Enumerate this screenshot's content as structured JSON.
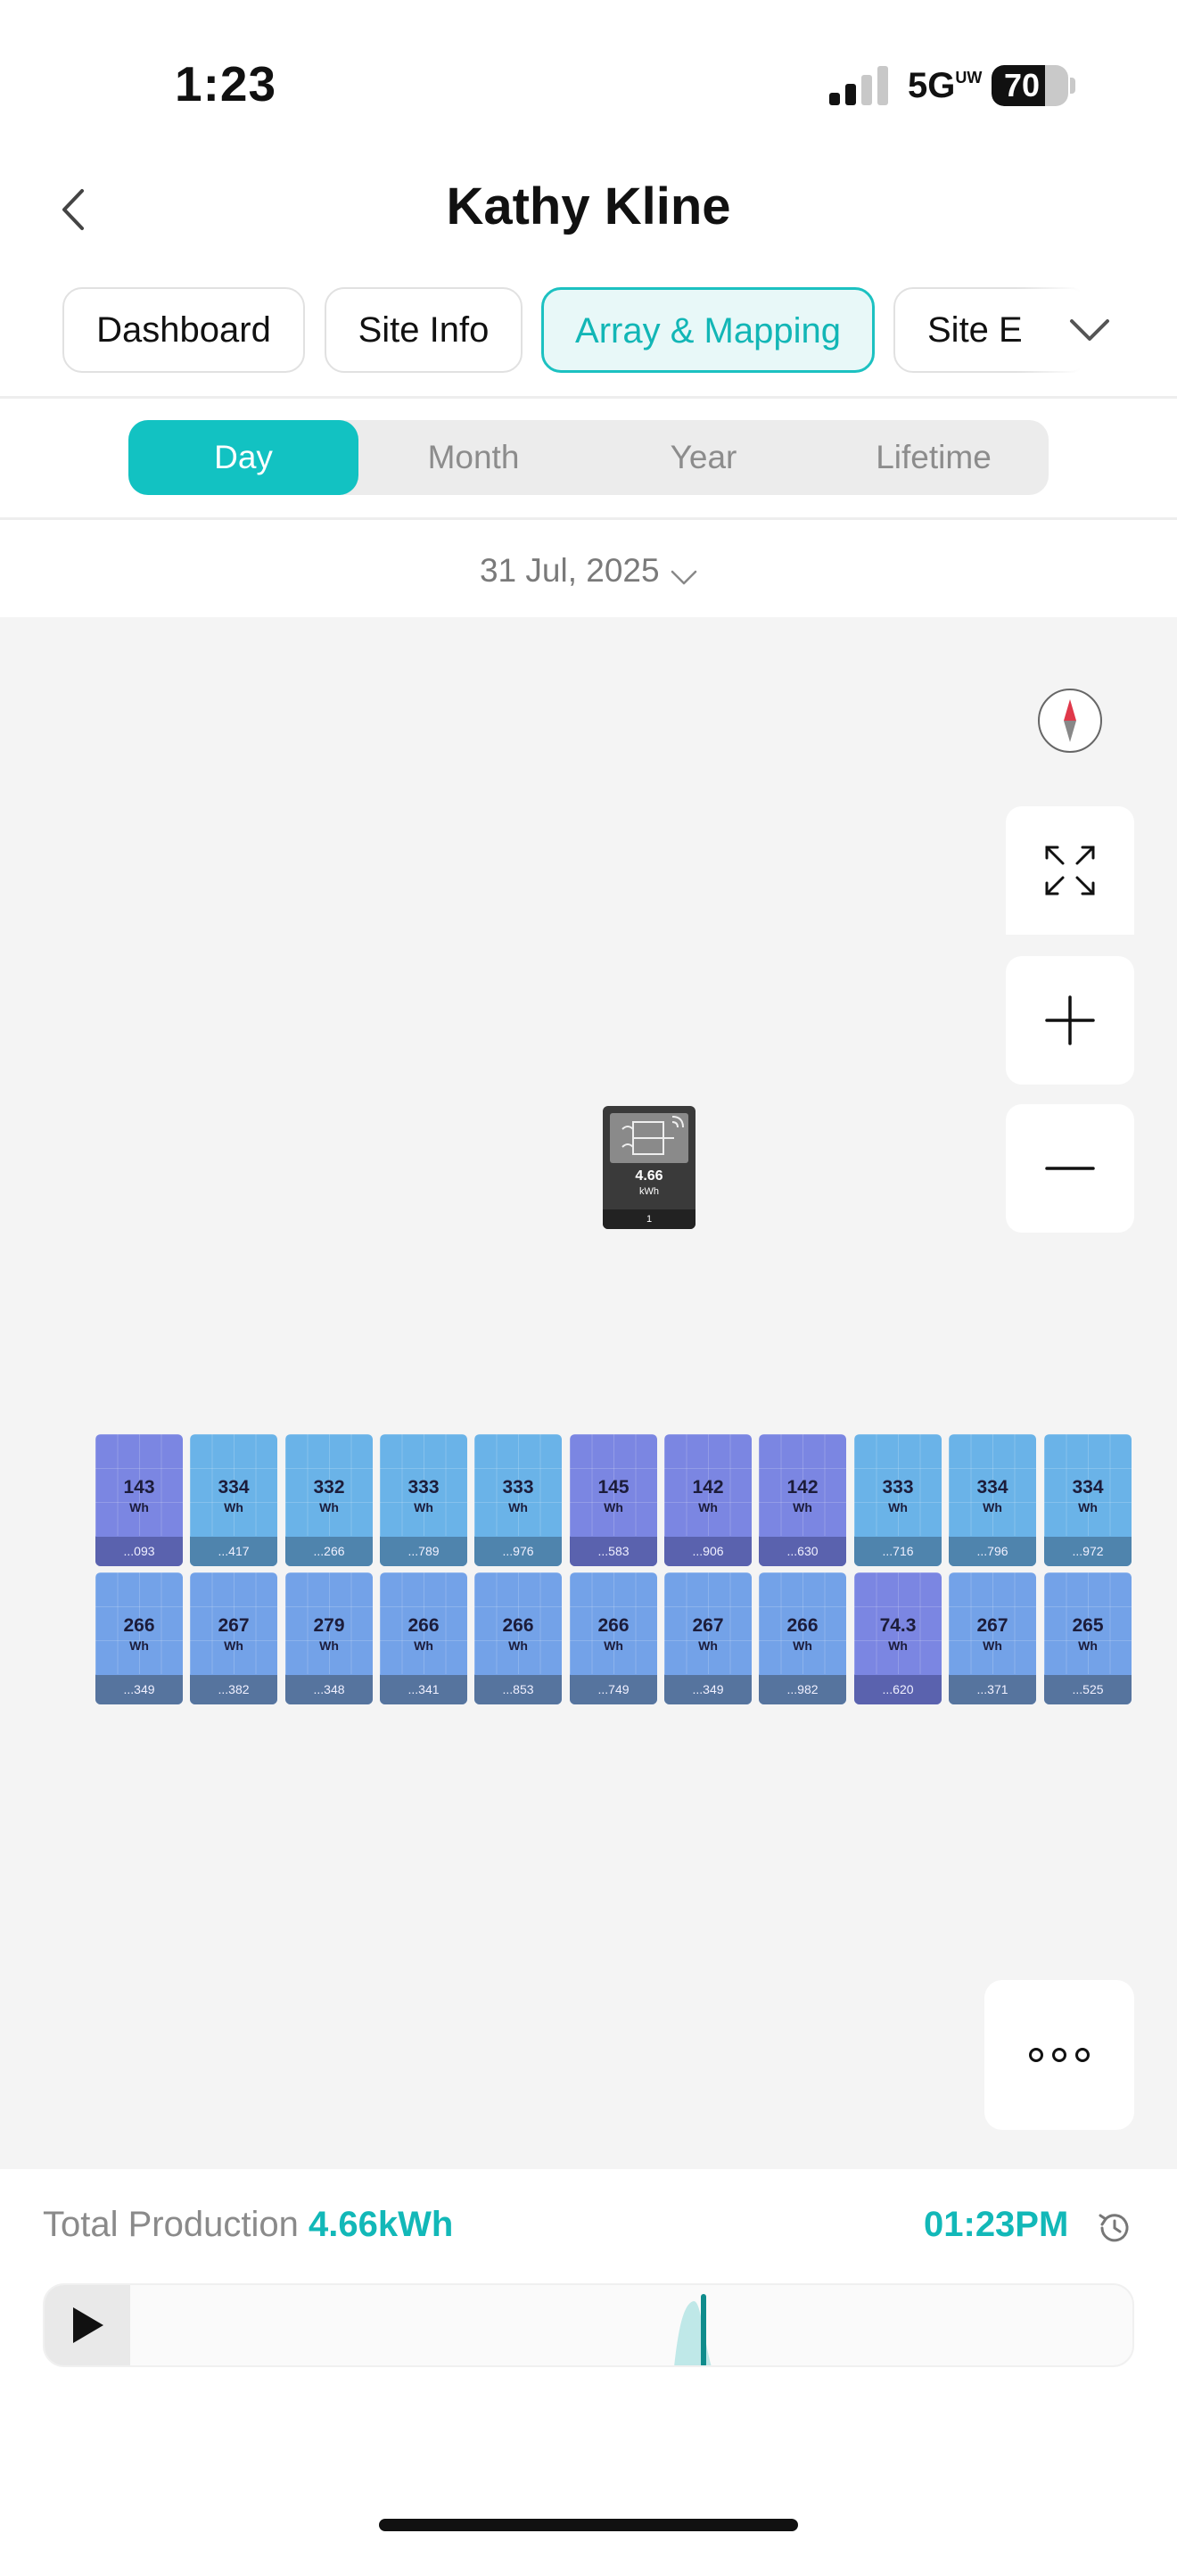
{
  "status": {
    "time": "1:23",
    "network": "5G",
    "network_sub": "UW",
    "battery_level": "70",
    "battery_fraction": 0.7
  },
  "header": {
    "title": "Kathy Kline"
  },
  "tabs": [
    "Dashboard",
    "Site Info",
    "Array & Mapping",
    "Site E"
  ],
  "active_tab": "Array & Mapping",
  "period": {
    "options": [
      "Day",
      "Month",
      "Year",
      "Lifetime"
    ],
    "selected": "Day"
  },
  "date": "31 Jul, 2025",
  "inverter": {
    "value": "4.66",
    "unit": "kWh",
    "index": "1"
  },
  "panel_unit": "Wh",
  "panels": {
    "row1": [
      {
        "value": "143",
        "id": "...093",
        "tone": "purple"
      },
      {
        "value": "334",
        "id": "...417",
        "tone": "light"
      },
      {
        "value": "332",
        "id": "...266",
        "tone": "light"
      },
      {
        "value": "333",
        "id": "...789",
        "tone": "light"
      },
      {
        "value": "333",
        "id": "...976",
        "tone": "light"
      },
      {
        "value": "145",
        "id": "...583",
        "tone": "purple"
      },
      {
        "value": "142",
        "id": "...906",
        "tone": "purple"
      },
      {
        "value": "142",
        "id": "...630",
        "tone": "purple"
      },
      {
        "value": "333",
        "id": "...716",
        "tone": "light"
      },
      {
        "value": "334",
        "id": "...796",
        "tone": "light"
      },
      {
        "value": "334",
        "id": "...972",
        "tone": "light"
      }
    ],
    "row2": [
      {
        "value": "266",
        "id": "...349",
        "tone": "mid"
      },
      {
        "value": "267",
        "id": "...382",
        "tone": "mid"
      },
      {
        "value": "279",
        "id": "...348",
        "tone": "mid"
      },
      {
        "value": "266",
        "id": "...341",
        "tone": "mid"
      },
      {
        "value": "266",
        "id": "...853",
        "tone": "mid"
      },
      {
        "value": "266",
        "id": "...749",
        "tone": "mid"
      },
      {
        "value": "267",
        "id": "...349",
        "tone": "mid"
      },
      {
        "value": "266",
        "id": "...982",
        "tone": "mid"
      },
      {
        "value": "74.3",
        "id": "...620",
        "tone": "purple"
      },
      {
        "value": "267",
        "id": "...371",
        "tone": "mid"
      },
      {
        "value": "265",
        "id": "...525",
        "tone": "mid"
      }
    ]
  },
  "footer": {
    "total_label": "Total Production",
    "total_value": "4.66kWh",
    "time": "01:23PM"
  },
  "colors": {
    "accent": "#12c2c2",
    "purple_panel": "#7b86e2",
    "light_panel": "#6ab3e8",
    "mid_panel": "#73a2e8"
  }
}
